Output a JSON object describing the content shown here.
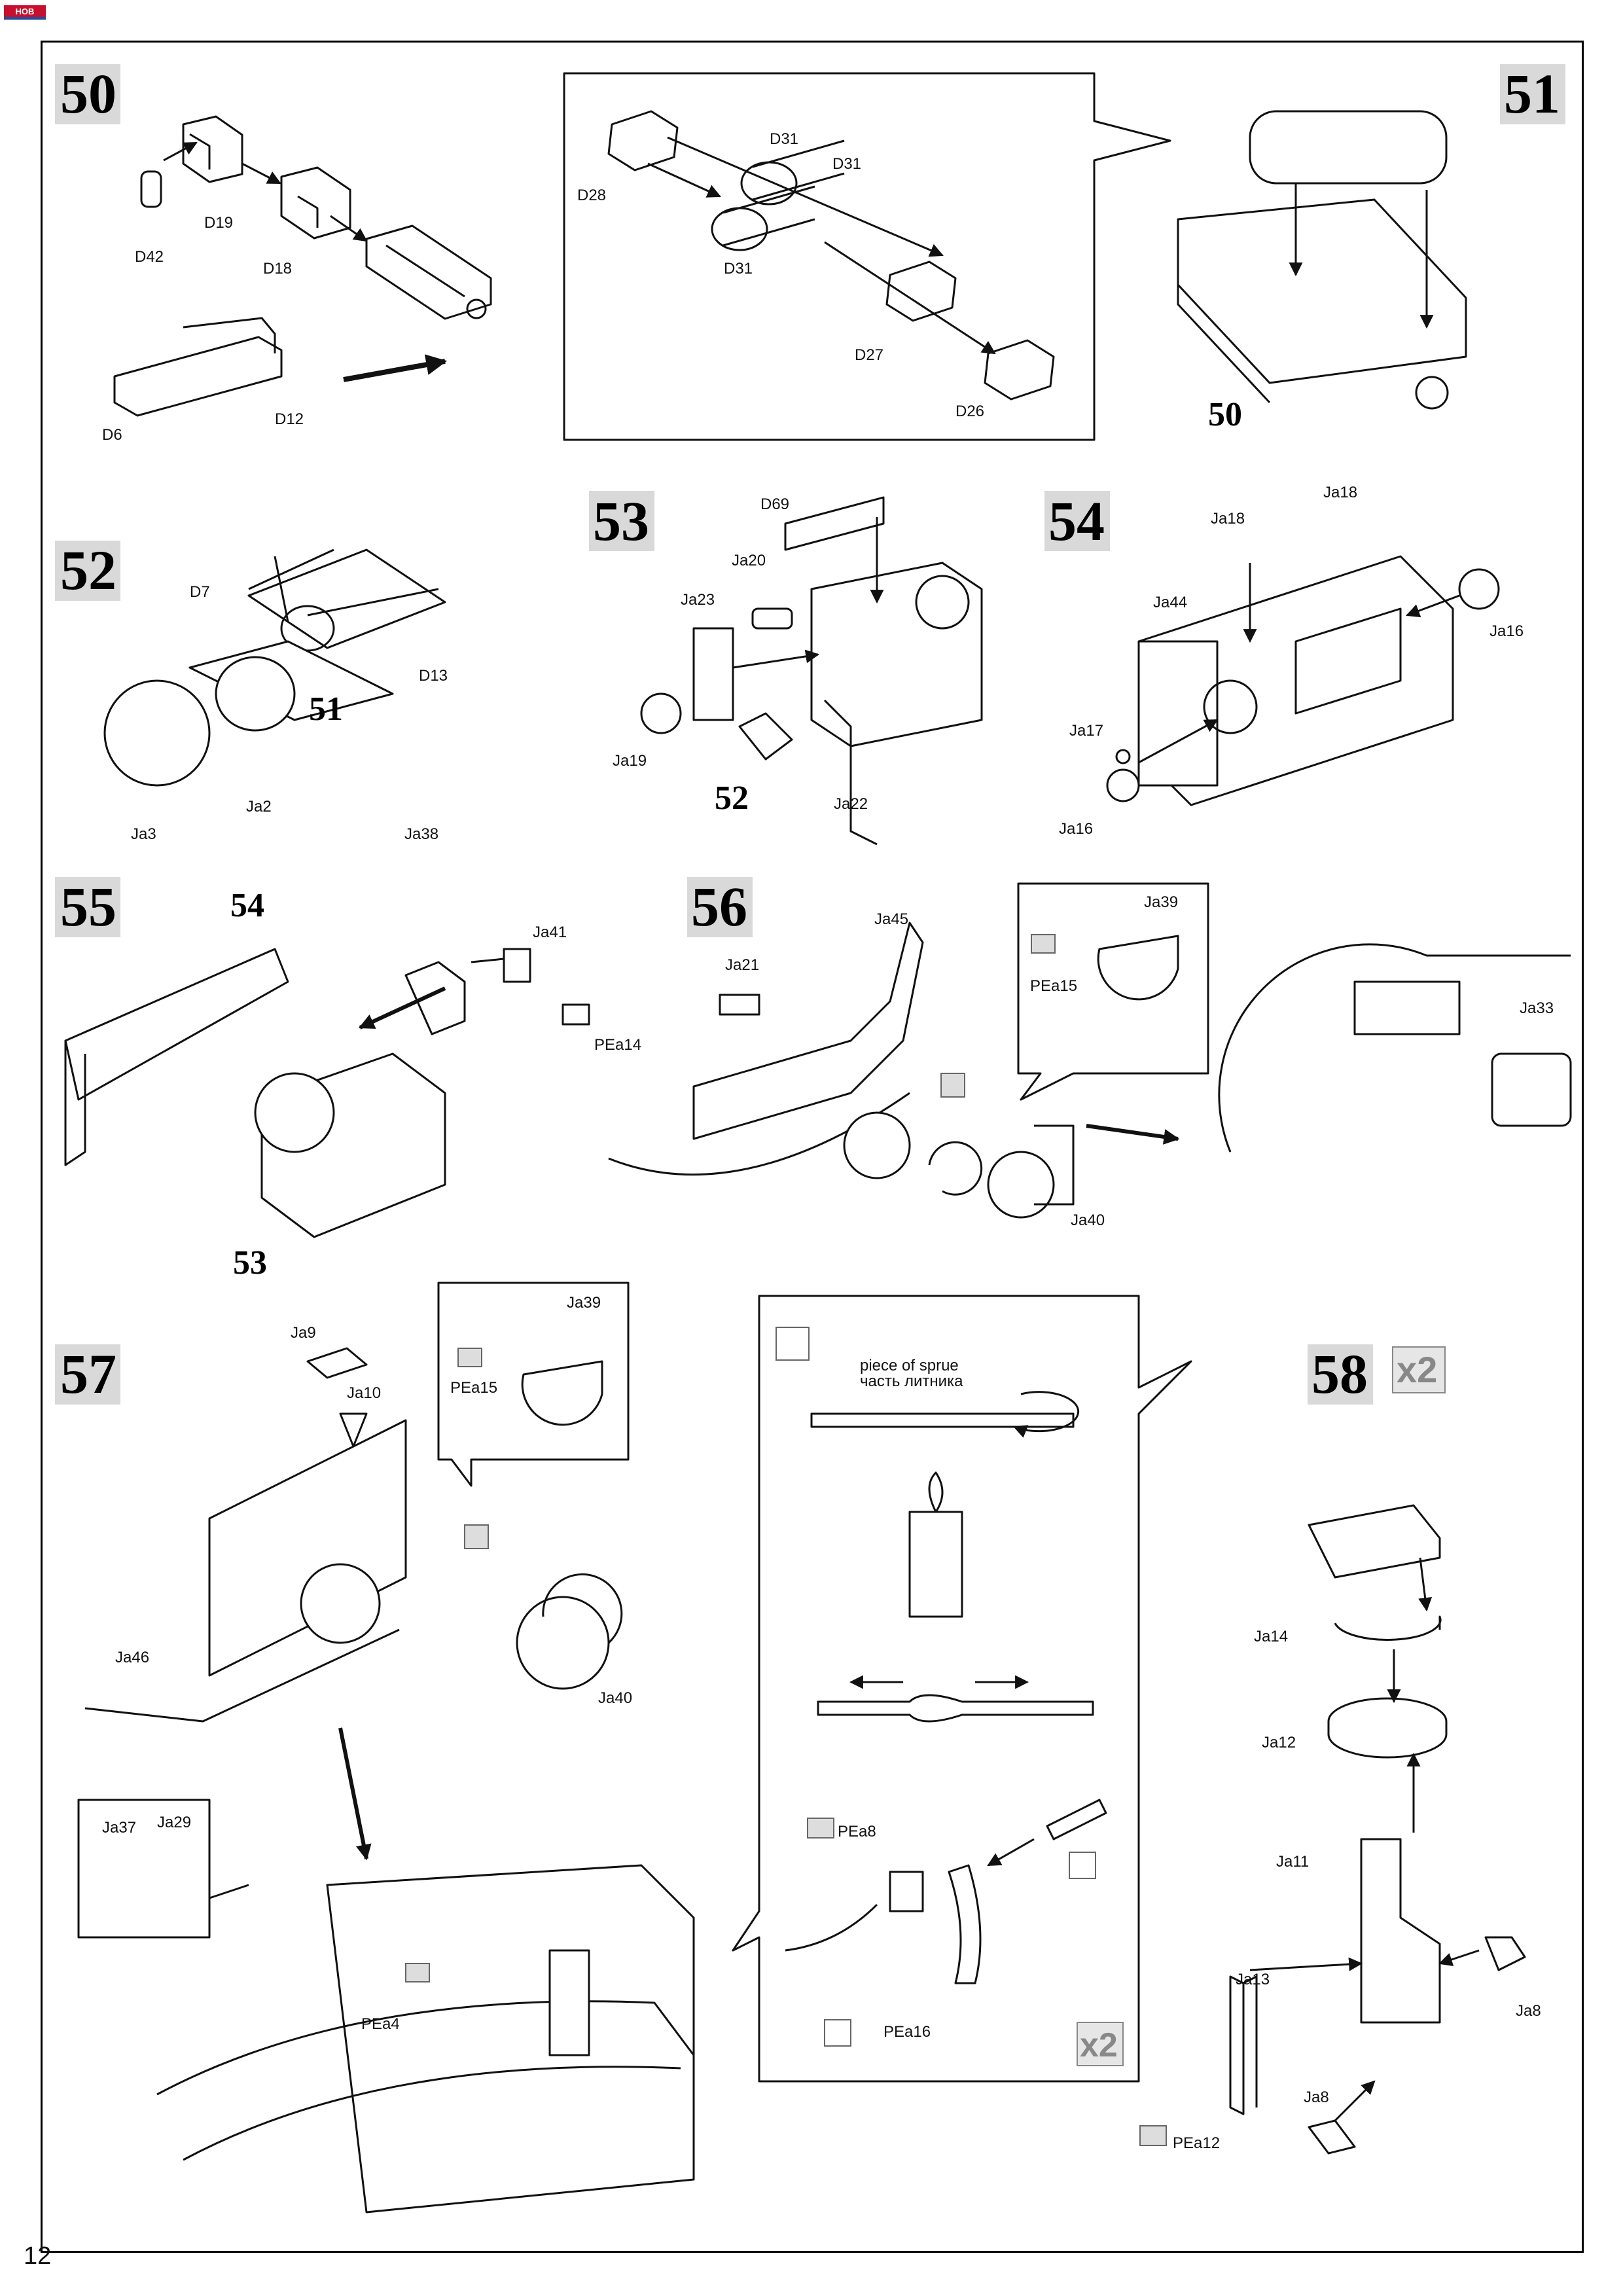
{
  "page_number": "12",
  "steps": {
    "s50": "50",
    "s51": "51",
    "s52": "52",
    "s53": "53",
    "s54": "54",
    "s55": "55",
    "s56": "56",
    "s57": "57",
    "s58": "58"
  },
  "multiplier": "x2",
  "parts": {
    "D42": "D42",
    "D19": "D19",
    "D18": "D18",
    "D6": "D6",
    "D12": "D12",
    "D28": "D28",
    "D31": "D31",
    "D27": "D27",
    "D26": "D26",
    "D7": "D7",
    "D13": "D13",
    "Ja2": "Ja2",
    "Ja3": "Ja3",
    "D69": "D69",
    "Ja20": "Ja20",
    "Ja23": "Ja23",
    "Ja19": "Ja19",
    "Ja22": "Ja22",
    "Ja18": "Ja18",
    "Ja44": "Ja44",
    "Ja16": "Ja16",
    "Ja17": "Ja17",
    "Ja38": "Ja38",
    "Ja41": "Ja41",
    "PEa14": "PEa14",
    "Ja45": "Ja45",
    "Ja21": "Ja21",
    "Ja40": "Ja40",
    "Ja39": "Ja39",
    "PEa15": "PEa15",
    "Ja33": "Ja33",
    "Ja9": "Ja9",
    "Ja10": "Ja10",
    "Ja46": "Ja46",
    "Ja37": "Ja37",
    "Ja29": "Ja29",
    "PEa4": "PEa4",
    "PEa8": "PEa8",
    "PEa16": "PEa16",
    "Ja13": "Ja13",
    "Ja14": "Ja14",
    "Ja12": "Ja12",
    "Ja11": "Ja11",
    "Ja8": "Ja8",
    "PEa12": "PEa12"
  },
  "subassemblies": {
    "a50": "50",
    "a51": "51",
    "a52": "52",
    "a53": "53",
    "a54": "54"
  },
  "sprue_note": {
    "en": "piece of sprue",
    "ru": "часть литника"
  },
  "colors": {
    "line": "#111111",
    "step_bg": "#d9d9d9",
    "icon_bg": "#bfbfbf"
  }
}
